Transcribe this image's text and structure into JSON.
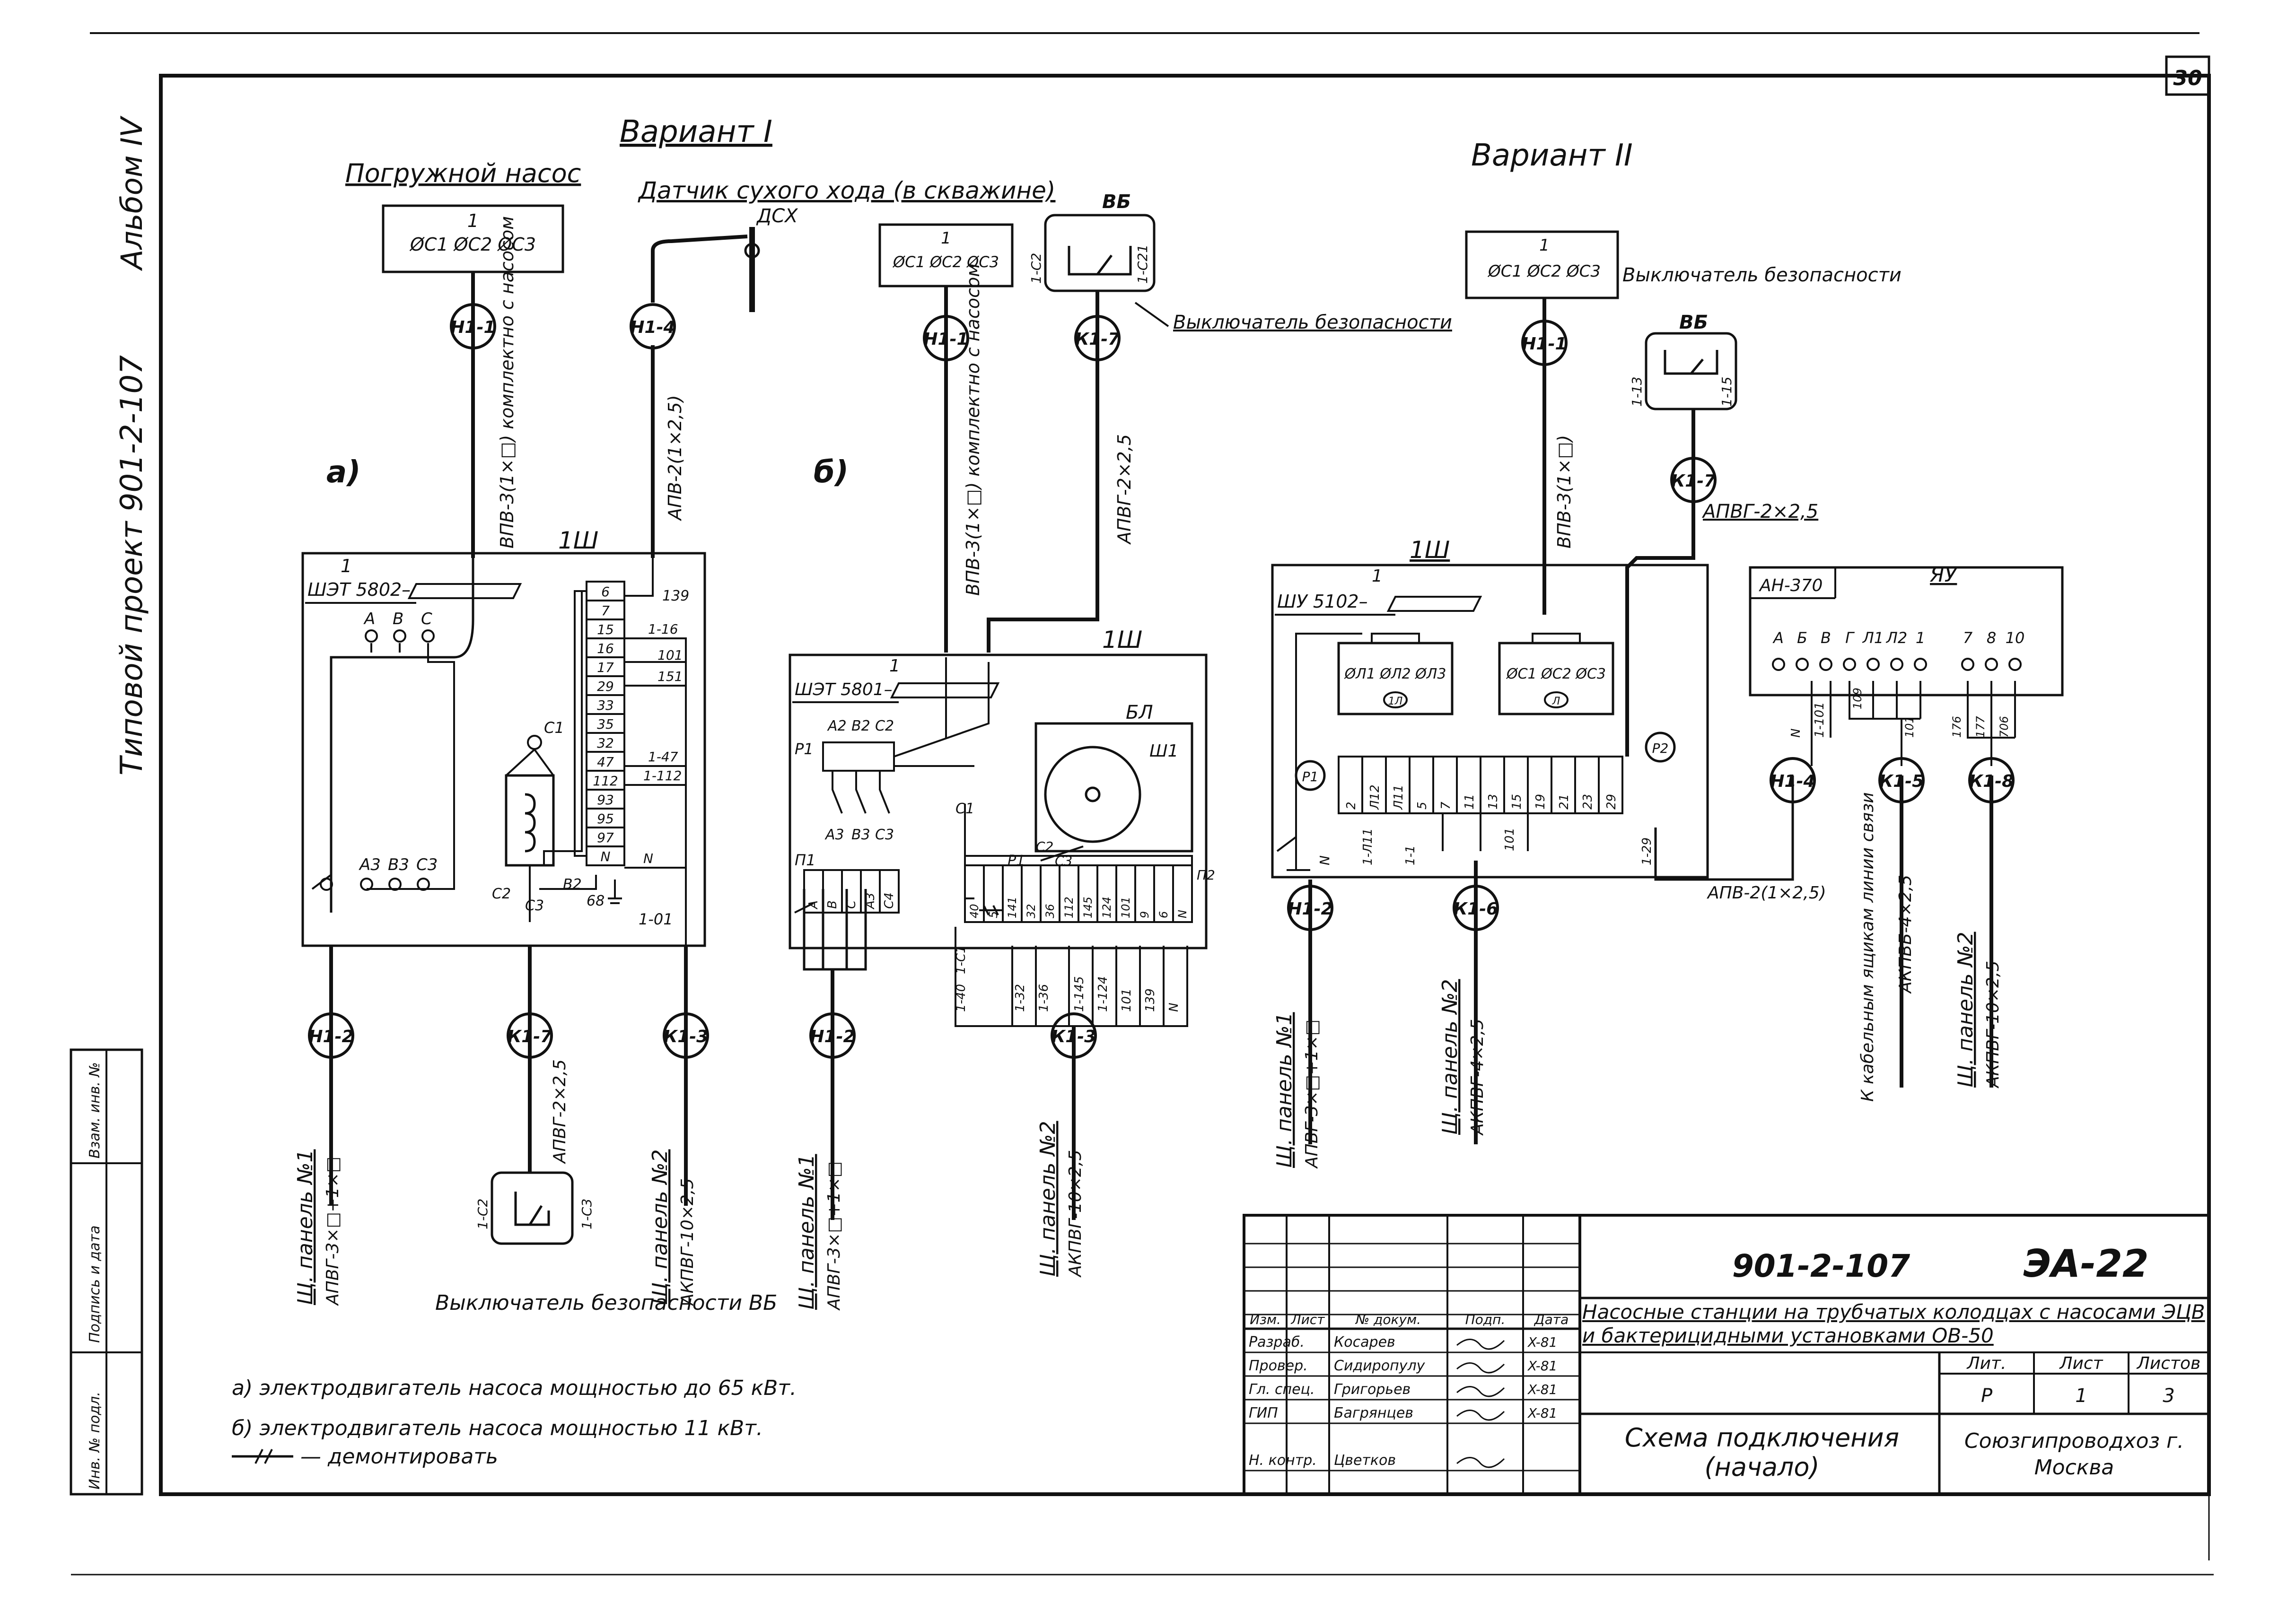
{
  "sheet_number": "30",
  "album": "Альбом IV",
  "project": "Типовой проект 901-2-107",
  "left_stamp": [
    "Инв. № подл.",
    "Подпись и дата",
    "Взам. инв. №"
  ],
  "variant1": {
    "title": "Вариант I",
    "pump_title": "Погружной насос",
    "pump_box": {
      "num": "1",
      "terms": "ØС1 ØС2 ØС3"
    },
    "sensor_title": "Датчик сухого хода (в скважине)",
    "sensor_tag": "ДСХ",
    "sub_a": {
      "label": "а)",
      "n11": "Н1-1",
      "n14": "Н1-4",
      "n12": "Н1-2",
      "k17": "К1-7",
      "k13": "К1-3",
      "cable_pump": "ВПВ-3(1×□) комплектно с насосом",
      "cable_sensor": "АПВ-2(1×2,5)",
      "panel": {
        "title": "1Ш",
        "num": "1",
        "model": "ШЭТ 5802–"
      },
      "top_terms": [
        "A",
        "B",
        "C"
      ],
      "bot_terms": [
        "A3",
        "B3",
        "C3"
      ],
      "coil_terms": [
        "C1",
        "C2",
        "C3",
        "B2",
        "68"
      ],
      "strip": [
        "6",
        "7",
        "15",
        "16",
        "17",
        "29",
        "33",
        "35",
        "32",
        "47",
        "112",
        "93",
        "95",
        "97",
        "N"
      ],
      "wires": [
        "139",
        "1-16",
        "101",
        "151",
        "1-47",
        "1-112",
        "N",
        "1-01"
      ],
      "cable_7": "АПВГ-2×2,5",
      "switch_terms": [
        "1-С2",
        "1-С3"
      ],
      "switch_caption": "Выключатель безопасности ВБ",
      "bottom1": "Щ. панель №1",
      "bottom1_cable": "АПВГ-3×□+1×□",
      "bottom2": "Щ. панель №2",
      "bottom2_cable": "АКПВГ-10×2,5"
    },
    "sub_b": {
      "label": "б)",
      "box": {
        "num": "1",
        "terms": "ØС1 ØС2 ØС3"
      },
      "vb": {
        "title": "ВБ",
        "terms": [
          "1-С2",
          "1-С21"
        ]
      },
      "switch_caption": "Выключатель безопасности",
      "n11": "Н1-1",
      "k17": "К1-7",
      "n12": "Н1-2",
      "k13": "К1-3",
      "cable_pump": "ВПВ-3(1×□) комплектно с насосом",
      "cable_7": "АПВГ-2×2,5",
      "panel": {
        "title": "1Ш",
        "num": "1",
        "model": "ШЭТ 5801–",
        "bl": "БЛ",
        "sh1": "Ш1"
      },
      "contactor": [
        "P1",
        "A2",
        "B2",
        "C2",
        "A3",
        "B3",
        "C3",
        "П1",
        "C1",
        "P1",
        "C2",
        "C3"
      ],
      "strip_p1": [
        "A",
        "B",
        "C",
        "A3",
        "C4"
      ],
      "strip_p2": [
        "40",
        "5",
        "141",
        "32",
        "36",
        "112",
        "145",
        "124",
        "101",
        "9",
        "6",
        "N",
        "П2"
      ],
      "wires": [
        "1-C1",
        "1-40",
        "1-32",
        "1-36",
        "1-145",
        "1-124",
        "101",
        "139",
        "N"
      ],
      "bottom1": "Щ. панель №1",
      "bottom1_cable": "АПВГ-3×□+1×□",
      "bottom2": "Щ. панель №2",
      "bottom2_cable": "АКПВГ-10×2,5"
    }
  },
  "variant2": {
    "title": "Вариант II",
    "box": {
      "num": "1",
      "terms": "ØС1 ØС2 ØС3"
    },
    "switch_caption": "Выключатель безопасности",
    "vb": {
      "title": "ВБ",
      "terms": [
        "1-13",
        "1-15"
      ]
    },
    "n11": "Н1-1",
    "k17": "К1-7",
    "cable_pump": "ВПВ-3(1×□)",
    "cable_7": "АПВГ-2×2,5",
    "panel": {
      "title": "1Ш",
      "num": "1",
      "model": "ШУ 5102–"
    },
    "breakers": {
      "left": "ØЛ1 ØЛ2 ØЛ3",
      "right": "ØС1 ØС2 ØС3",
      "left_tag": "1Л",
      "right_tag": "Л"
    },
    "p1": "P1",
    "p2": "P2",
    "strip": [
      "2",
      "Л12",
      "Л11",
      "5",
      "7",
      "11",
      "13",
      "15",
      "19",
      "21",
      "23",
      "29"
    ],
    "wires": [
      "1-Л11",
      "1-1",
      "101",
      "1-29",
      "N"
    ],
    "cable_sensor": "АПВ-2(1×2,5)",
    "yau": {
      "title": "ЯУ",
      "model": "АН-370",
      "terms": [
        "A",
        "Б",
        "В",
        "Г",
        "Л1",
        "Л2",
        "1",
        "7",
        "8",
        "10"
      ],
      "wires": [
        "N",
        "1-101",
        "109",
        "101",
        "176",
        "177",
        "706"
      ]
    },
    "n12": "Н1-2",
    "k16": "К1-6",
    "n14": "Н1-4",
    "k15": "К1-5",
    "k18": "К1-8",
    "bottom1": "Щ. панель №1",
    "bottom1_cable": "АПВГ-3×□+1×□",
    "bottom2": "Щ. панель №2",
    "bottom2_cable": "АКПВГ-4×2,5",
    "bottom3": "К кабельным ящикам линии связи",
    "bottom3_cable": "АКПВБ-4×2,5",
    "bottom4": "Щ. панель №2",
    "bottom4_cable": "АКПВГ-10×2,5"
  },
  "notes": {
    "a": "а) электродвигатель насоса мощностью до 65 кВт.",
    "b": "б) электродвигатель насоса мощностью 11 кВт.",
    "c": "— демонтировать"
  },
  "title_block": {
    "code": "901-2-107",
    "sheet_code": "ЭА-22",
    "headers": [
      "Изм.",
      "Лист",
      "№ докум.",
      "Подп.",
      "Дата"
    ],
    "rows": [
      {
        "role": "Разраб.",
        "name": "Косарев",
        "date": "X-81"
      },
      {
        "role": "Провер.",
        "name": "Сидиропулу",
        "date": "X-81"
      },
      {
        "role": "Гл. спец.",
        "name": "Григорьев",
        "date": "X-81"
      },
      {
        "role": "ГИП",
        "name": "Багрянцев",
        "date": "X-81"
      },
      {
        "role": "Н. контр.",
        "name": "Цветков",
        "date": ""
      }
    ],
    "description": "Насосные станции на трубчатых колодцах с насосами ЭЦВ и бактерицидными установками ОВ-50",
    "stage_headers": [
      "Лит.",
      "Лист",
      "Листов"
    ],
    "stage_values": [
      "Р",
      "1",
      "3"
    ],
    "drawing_name": "Схема подключения (начало)",
    "org": "Союзгипроводхоз г. Москва"
  }
}
